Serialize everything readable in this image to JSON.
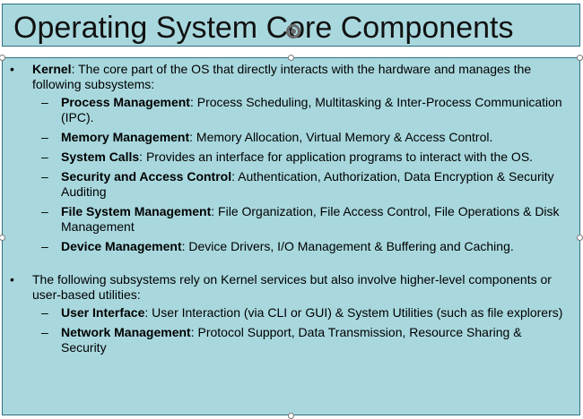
{
  "title": "Operating System Core Components",
  "kernel": {
    "term": "Kernel",
    "desc": ": The core part of the OS that directly interacts with the hardware and manages the following subsystems:",
    "items": [
      {
        "term": "Process Management",
        "desc": ": Process Scheduling, Multitasking & Inter-Process Communication (IPC)."
      },
      {
        "term": "Memory Management",
        "desc": ": Memory Allocation, Virtual Memory & Access Control."
      },
      {
        "term": "System Calls",
        "desc": ": Provides an interface for application programs to interact with the OS."
      },
      {
        "term": "Security and Access Control",
        "desc": ": Authentication, Authorization, Data Encryption & Security Auditing"
      },
      {
        "term": "File System Management",
        "desc": ": File Organization, File Access Control, File Operations & Disk Management"
      },
      {
        "term": "Device Management",
        "desc": ": Device Drivers, I/O Management & Buffering and Caching."
      }
    ]
  },
  "others": {
    "text": "The following subsystems rely on Kernel services but also involve higher-level components or user-based utilities:",
    "items": [
      {
        "term": "User Interface",
        "desc": ": User Interaction (via CLI or GUI) & System Utilities (such as file explorers)"
      },
      {
        "term": "Network Management",
        "desc": ": Protocol Support, Data Transmission, Resource Sharing & Security"
      }
    ]
  }
}
